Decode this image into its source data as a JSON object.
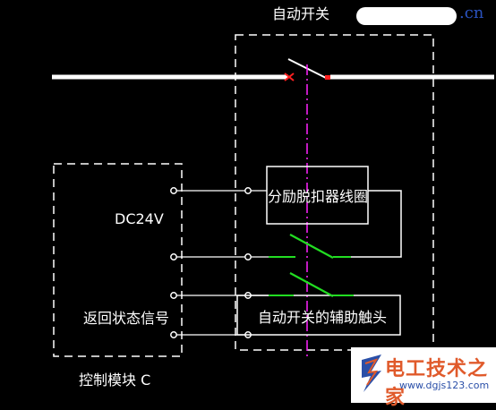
{
  "title": "自动开关",
  "title_suffix": ".cn",
  "labels": {
    "coil": "分励脱扣器线圈",
    "voltage": "DC24V",
    "status": "返回状态信号",
    "aux": "自动开关的辅助触头",
    "module": "控制模块 C"
  },
  "watermark": {
    "title": "电工技术之家",
    "url": "www.dgjs123.com"
  },
  "colors": {
    "background": "#000000",
    "lines": "#ffffff",
    "contacts": "#22dd22",
    "axis": "#ff22ff",
    "breaker_red": "#ff2020"
  }
}
